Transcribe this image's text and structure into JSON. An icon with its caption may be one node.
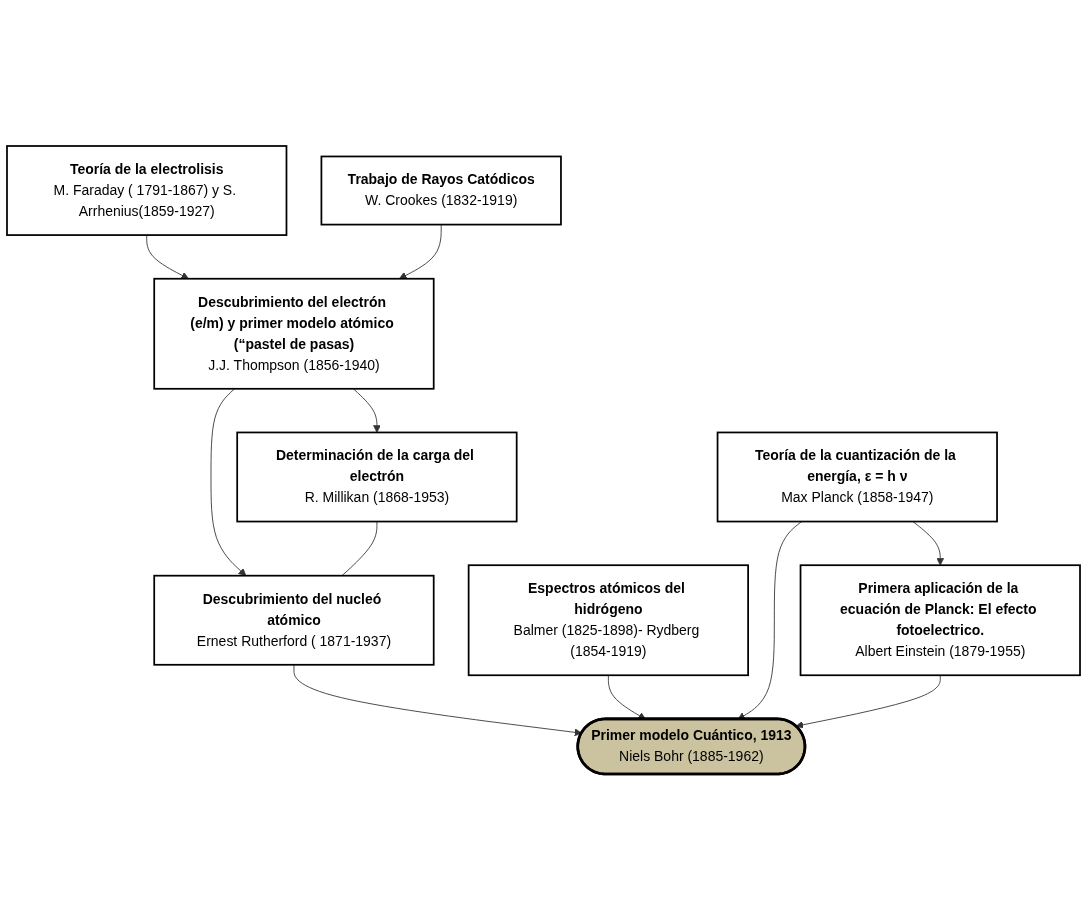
{
  "diagram": {
    "nodes": [
      {
        "text": [
          "Teoría de la electrolisis",
          "M. Faraday ( 1791-1867) y S. Arrhenius(1859-1927)"
        ]
      },
      {
        "text": [
          "Trabajo de Rayos Catódicos",
          "W. Crookes (1832-1919)"
        ]
      },
      {
        "text": [
          "Descubrimiento del electrón (e/m) y primer modelo atómico (“pastel de pasas)",
          "J.J. Thompson (1856-1940)"
        ]
      },
      {
        "text": [
          "Determinación de la carga del electrón",
          "R. Millikan (1868-1953)"
        ]
      },
      {
        "text": [
          "Descubrimiento del nucleó atómico",
          "Ernest Rutherford ( 1871-1937)"
        ]
      },
      {
        "text": [
          "Espectros atómicos del hidrógeno",
          "Balmer (1825-1898)- Rydberg (1854-1919)"
        ]
      },
      {
        "text": [
          "Primer modelo Cuántico, 1913",
          "Niels Bohr (1885-1962)"
        ]
      },
      {
        "text": [
          "Teoría de la cuantización de la energía, ε = h ν",
          "Max Planck (1858-1947)"
        ]
      },
      {
        "text": [
          "Primera aplicación de la ecuación de Planck: El efecto fotoelectrico.",
          "Albert Einstein (1879-1955)"
        ]
      }
    ],
    "edges": [
      {
        "from": 0,
        "to": 2,
        "arrow": "to"
      },
      {
        "from": 1,
        "to": 2,
        "arrow": "to"
      },
      {
        "from": 2,
        "to": 3,
        "arrow": "to"
      },
      {
        "from": 2,
        "to": 4,
        "arrow": "to"
      },
      {
        "from": 3,
        "to": 4,
        "arrow": "none"
      },
      {
        "from": 4,
        "to": 6,
        "arrow": "to"
      },
      {
        "from": 5,
        "to": 6,
        "arrow": "to"
      },
      {
        "from": 7,
        "to": 6,
        "arrow": "to"
      },
      {
        "from": 7,
        "to": 8,
        "arrow": "to"
      },
      {
        "from": 8,
        "to": 6,
        "arrow": "to"
      }
    ]
  }
}
